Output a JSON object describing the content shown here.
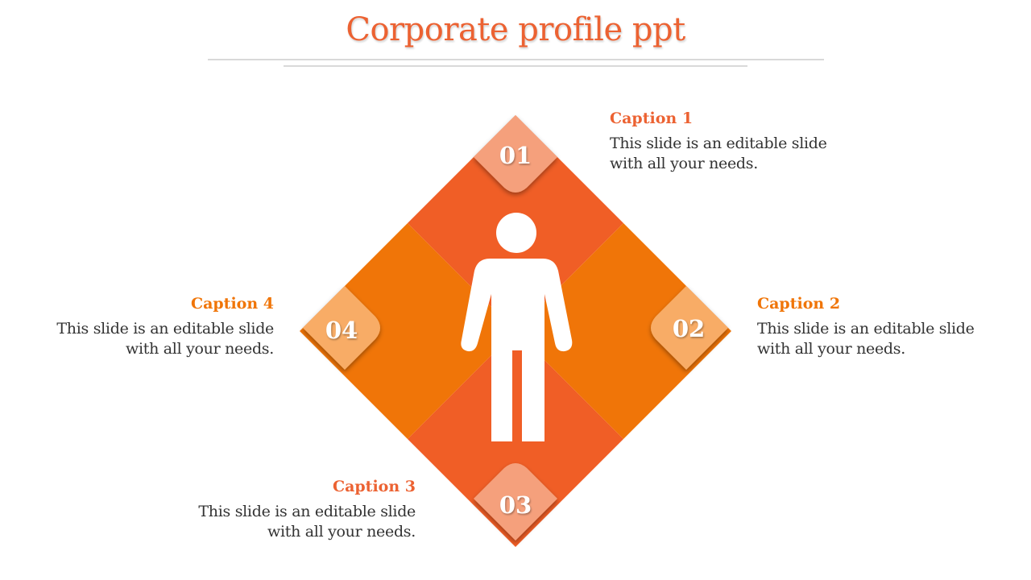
{
  "slide": {
    "title": "Corporate profile ppt"
  },
  "colors": {
    "title": "#ec6232",
    "quadrant_top_bottom": "#f05e26",
    "quadrant_left_right": "#f07508",
    "badge_1": "#f5a07b",
    "badge_2": "#f8ac66",
    "badge_3": "#f5a07b",
    "badge_4": "#f8ac66",
    "caption_1": "#ec6232",
    "caption_2": "#f07508",
    "caption_3": "#ec6232",
    "caption_4": "#f07508",
    "figure": "#ffffff"
  },
  "icons": {
    "center": "person-icon"
  },
  "items": [
    {
      "number": "01",
      "caption": "Caption 1",
      "text_line1": "This slide is an editable slide",
      "text_line2": "with all your needs."
    },
    {
      "number": "02",
      "caption": "Caption 2",
      "text_line1": "This slide is an editable slide",
      "text_line2": "with all your needs."
    },
    {
      "number": "03",
      "caption": "Caption 3",
      "text_line1": "This slide is an editable slide",
      "text_line2": "with all your needs."
    },
    {
      "number": "04",
      "caption": "Caption 4",
      "text_line1": "This slide is an editable slide",
      "text_line2": "with all your needs."
    }
  ]
}
